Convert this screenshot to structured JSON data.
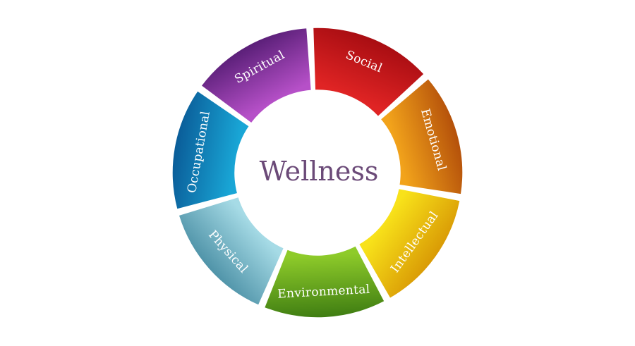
{
  "diagram": {
    "center": {
      "title": "Wellness"
    },
    "segments": [
      {
        "label": "Social",
        "color_dark": "#a80d12",
        "color_light": "#e02424"
      },
      {
        "label": "Emotional",
        "color_dark": "#b4500a",
        "color_light": "#f2a31b"
      },
      {
        "label": "Intellectual",
        "color_dark": "#d99a05",
        "color_light": "#f8e21a"
      },
      {
        "label": "Environmental",
        "color_dark": "#3f7d12",
        "color_light": "#8ecb2a"
      },
      {
        "label": "Physical",
        "color_dark": "#4f93a8",
        "color_light": "#a6dbe6"
      },
      {
        "label": "Occupational",
        "color_dark": "#0a5c98",
        "color_light": "#19a6d6"
      },
      {
        "label": "Spiritual",
        "color_dark": "#5a1f78",
        "color_light": "#b650c8"
      }
    ]
  }
}
